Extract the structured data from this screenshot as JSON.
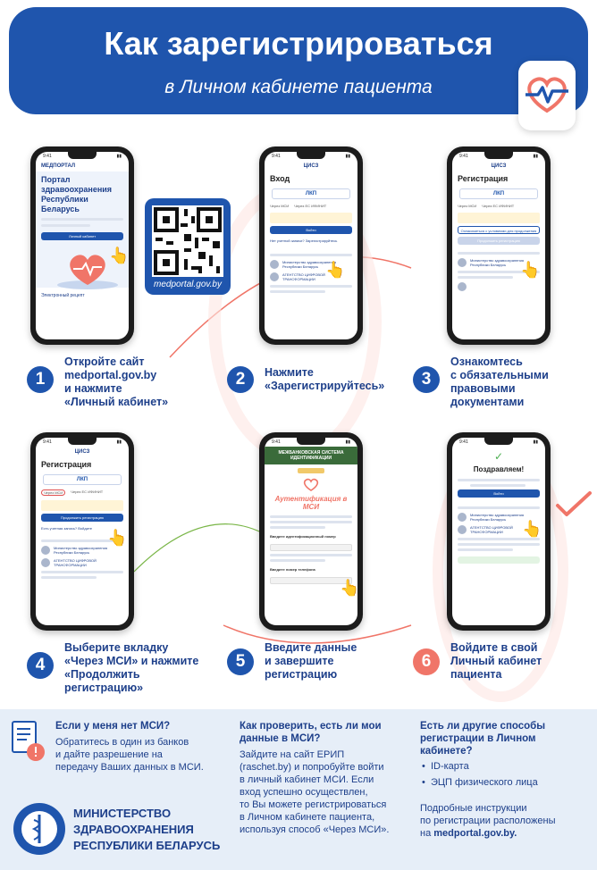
{
  "header": {
    "title": "Как зарегистрироваться",
    "subtitle": "в Личном кабинете пациента"
  },
  "qr": {
    "url": "medportal.gov.by"
  },
  "phones": {
    "p1": {
      "time": "9:41",
      "logo": "МЕДПОРТАЛ",
      "title": "Портал здравоохранения Республики Беларусь",
      "button": "Личный кабинет",
      "footer": "Электронный рецепт"
    },
    "p2": {
      "time": "9:41",
      "logo": "ЦИСЗ",
      "title": "Вход",
      "chip": "ЛКП",
      "tab1": "Через МСИ",
      "tab2": "Через ЕС ИФИНИТ",
      "button": "Войти",
      "register": "Нет учетной записи? Зарегистрируйтесь",
      "org": "Министерство здравоохранения Республики Беларусь",
      "agency": "АГЕНТСТВО ЦИФРОВОЙ ТРАНСФОРМАЦИИ"
    },
    "p3": {
      "time": "9:41",
      "logo": "ЦИСЗ",
      "title": "Регистрация",
      "chip": "ЛКП",
      "tab1": "Через МСИ",
      "tab2": "Через ЕС ИФИНИТ",
      "agree": "Ознакомиться с условиями для продолжения",
      "continue": "Продолжить регистрацию",
      "org": "Министерство здравоохранения Республики Беларусь"
    },
    "p4": {
      "time": "9:41",
      "logo": "ЦИСЗ",
      "title": "Регистрация",
      "chip": "ЛКП",
      "tab1": "Через МСИ",
      "tab2": "Через ЕС ИФИНИТ",
      "continue": "Продолжить регистрацию",
      "login": "Есть учетная запись? Войдите",
      "org": "Министерство здравоохранения Республики Беларусь",
      "agency": "АГЕНТСТВО ЦИФРОВОЙ ТРАНСФОРМАЦИИ"
    },
    "p5": {
      "time": "9:41",
      "banner": "МЕЖБАНКОВСКАЯ СИСТЕМА ИДЕНТИФИКАЦИИ",
      "title": "Аутентификация в МСИ",
      "field1": "Введите идентификационный номер",
      "field2": "Введите номер телефона"
    },
    "p6": {
      "time": "9:41",
      "title": "Поздравляем!",
      "button": "Войти",
      "org": "Министерство здравоохранения Республики Беларусь",
      "agency": "АГЕНТСТВО ЦИФРОВОЙ ТРАНСФОРМАЦИИ"
    }
  },
  "steps": [
    {
      "num": "1",
      "l1": "Откройте сайт",
      "l2": "medportal.gov.by",
      "l3": "и нажмите",
      "l4": "«Личный кабинет»"
    },
    {
      "num": "2",
      "l1": "Нажмите",
      "l2": "«Зарегистрируйтесь»"
    },
    {
      "num": "3",
      "l1": "Ознакомтесь",
      "l2": "с обязательными",
      "l3": "правовыми",
      "l4": "документами"
    },
    {
      "num": "4",
      "l1": "Выберите вкладку",
      "l2": "«Через МСИ» и нажмите",
      "l3": "«Продолжить",
      "l4": "регистрацию»"
    },
    {
      "num": "5",
      "l1": "Введите данные",
      "l2": "и завершите",
      "l3": "регистрацию"
    },
    {
      "num": "6",
      "l1": "Войдите в свой",
      "l2": "Личный кабинет",
      "l3": "пациента"
    }
  ],
  "info": {
    "col1": {
      "title": "Если у меня нет МСИ?",
      "l1": "Обратитесь в один из банков",
      "l2": "и дайте разрешение на",
      "l3": "передачу Ваших данных в МСИ."
    },
    "col2": {
      "t1": "Как проверить, есть ли мои",
      "t2": "данные в МСИ?",
      "l1": "Зайдите на сайт ЕРИП",
      "l2": "(raschet.by) и попробуйте войти",
      "l3": "в личный кабинет МСИ. Если",
      "l4": "вход успешно осуществлен,",
      "l5": "то Вы можете регистрироваться",
      "l6": "в Личном кабинете пациента,",
      "l7": "используя способ «Через МСИ»."
    },
    "col3": {
      "t1": "Есть ли другие способы",
      "t2": "регистрации в Личном",
      "t3": "кабинете?",
      "b1": "ID-карта",
      "b2": "ЭЦП физического лица",
      "l1": "Подробные инструкции",
      "l2": "по регистрации расположены",
      "l3": "на",
      "l3b": "medportal.gov.by."
    },
    "ministry": {
      "l1": "МИНИСТЕРСТВО",
      "l2": "ЗДРАВООХРАНЕНИЯ",
      "l3": "РЕСПУБЛИКИ БЕЛАРУСЬ"
    }
  },
  "colors": {
    "primary": "#1f55ad",
    "accent": "#f07568",
    "info_bg": "#e6eef8"
  }
}
